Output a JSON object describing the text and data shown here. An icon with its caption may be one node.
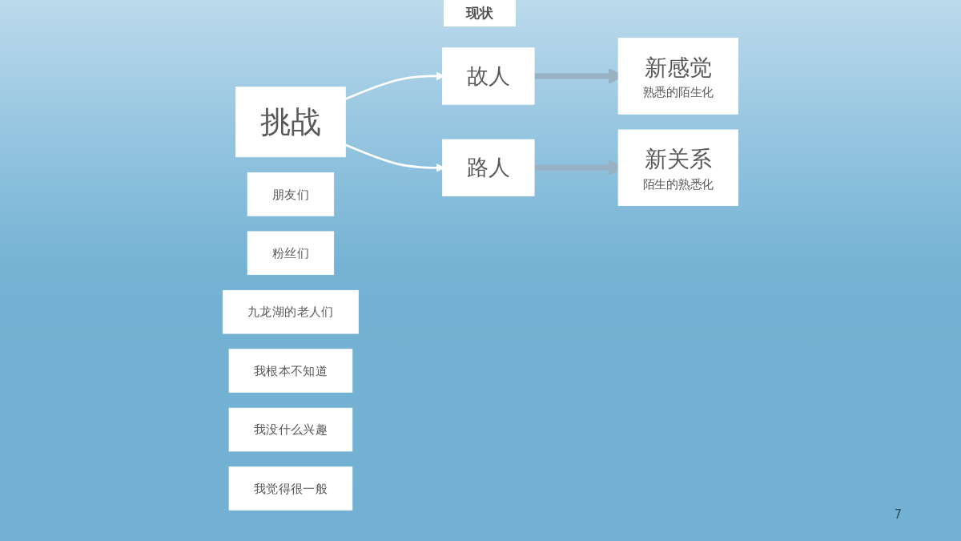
{
  "diagram": {
    "title": "现状",
    "nodes": [
      {
        "text": [
          "故人"
        ]
      },
      {
        "text": [
          "挑战"
        ]
      },
      {
        "text": [
          "路人"
        ]
      },
      {
        "text": [
          "朋友们"
        ]
      },
      {
        "text": [
          "粉丝们"
        ]
      },
      {
        "text": [
          "九龙湖的老人们"
        ]
      },
      {
        "text": [
          "新感觉",
          "熟悉的陌生化"
        ]
      },
      {
        "text": [
          "我根本不知道"
        ]
      },
      {
        "text": [
          "我没什么兴趣"
        ]
      },
      {
        "text": [
          "我觉得很一般"
        ]
      },
      {
        "text": [
          "新关系",
          "陌生的熟悉化"
        ]
      }
    ],
    "edges": [
      {
        "from": 1,
        "to": 0,
        "arrow": "to"
      },
      {
        "from": 1,
        "to": 2,
        "arrow": "to"
      },
      {
        "from": 0,
        "to": 6,
        "arrow": "to",
        "style": "thick",
        "color": "#98b2c4"
      },
      {
        "from": 2,
        "to": 10,
        "arrow": "to",
        "style": "thick",
        "color": "#98b2c4"
      }
    ],
    "labels": [
      "7"
    ]
  }
}
